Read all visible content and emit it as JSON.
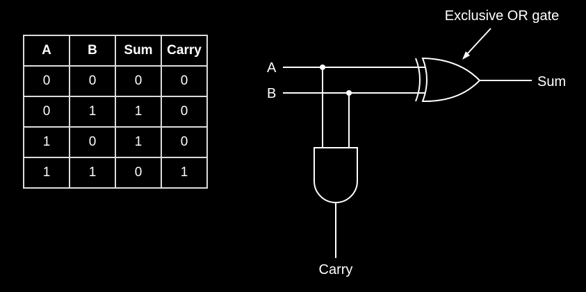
{
  "truth_table": {
    "headers": [
      "A",
      "B",
      "Sum",
      "Carry"
    ],
    "rows": [
      [
        "0",
        "0",
        "0",
        "0"
      ],
      [
        "0",
        "1",
        "1",
        "0"
      ],
      [
        "1",
        "0",
        "1",
        "0"
      ],
      [
        "1",
        "1",
        "0",
        "1"
      ]
    ]
  },
  "circuit": {
    "input_a": "A",
    "input_b": "B",
    "output_sum": "Sum",
    "output_carry": "Carry",
    "xor_annotation": "Exclusive OR gate"
  }
}
